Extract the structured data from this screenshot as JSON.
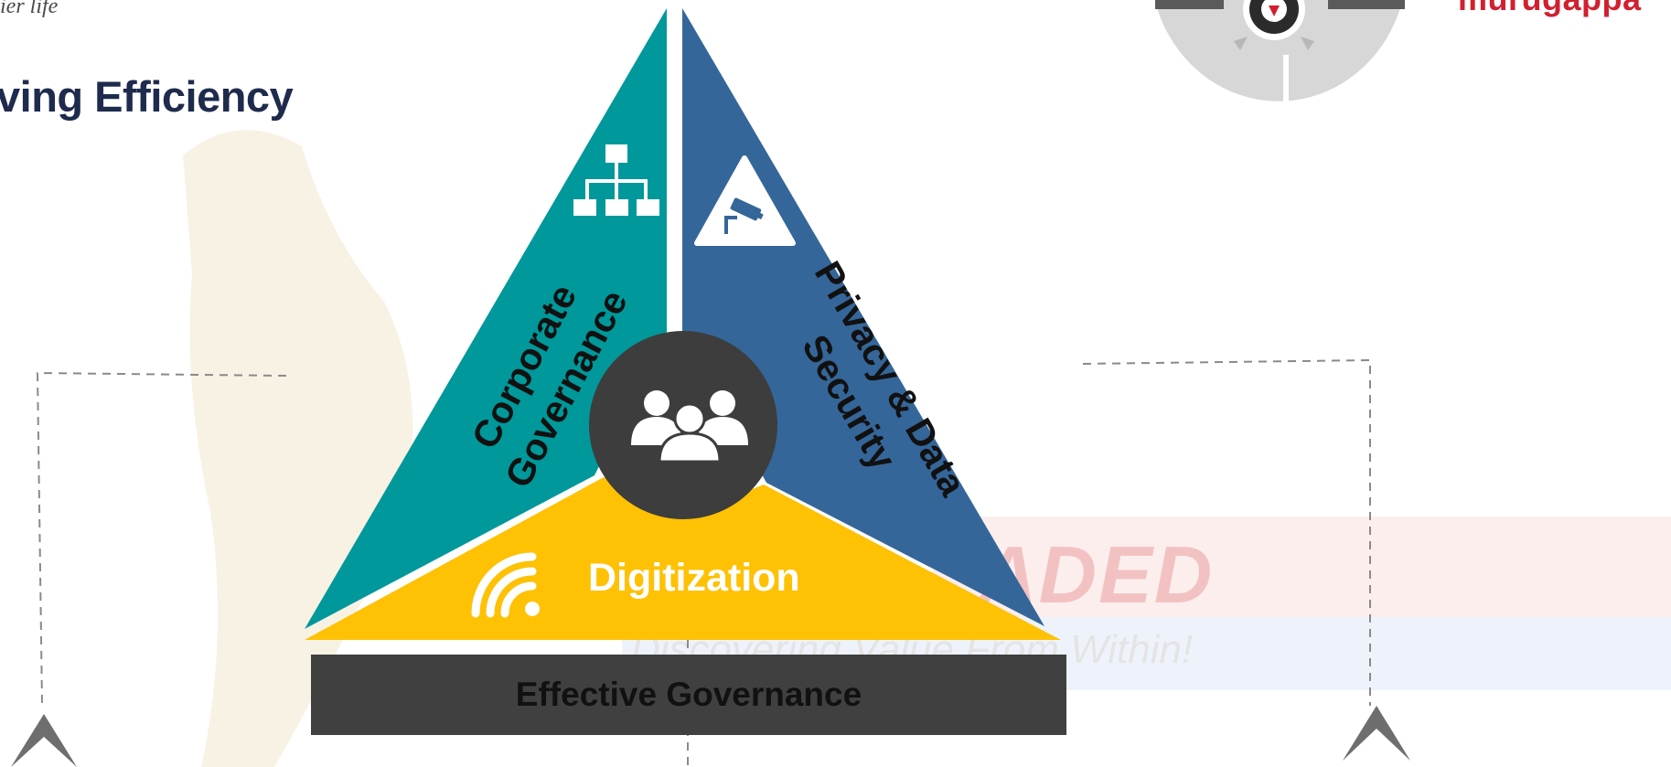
{
  "header": {
    "tagline": "ier life",
    "title": "ving Efficiency",
    "brand": "murugappa"
  },
  "diagram": {
    "segments": [
      {
        "label_line1": "Corporate",
        "label_line2": "Governance",
        "color": "#00989a",
        "icon": "org-chart-icon"
      },
      {
        "label_line1": "Privacy & Data",
        "label_line2": "Security",
        "color": "#356699",
        "icon": "cctv-camera-icon"
      },
      {
        "label": "Digitization",
        "color": "#fec104",
        "icon": "wifi-signal-icon"
      }
    ],
    "center_icon": "people-group-icon",
    "center_color": "#3d3d3d",
    "base_label": "Effective Governance",
    "base_color": "#404040"
  },
  "background": {
    "banner_text": "ADED",
    "banner_subtext": "Discovering Value From Within!"
  },
  "colors": {
    "title": "#1f2b4d",
    "brand": "#d21f2f",
    "dashed_connector": "#8a8a8a",
    "chevron": "#6e6e6e"
  }
}
